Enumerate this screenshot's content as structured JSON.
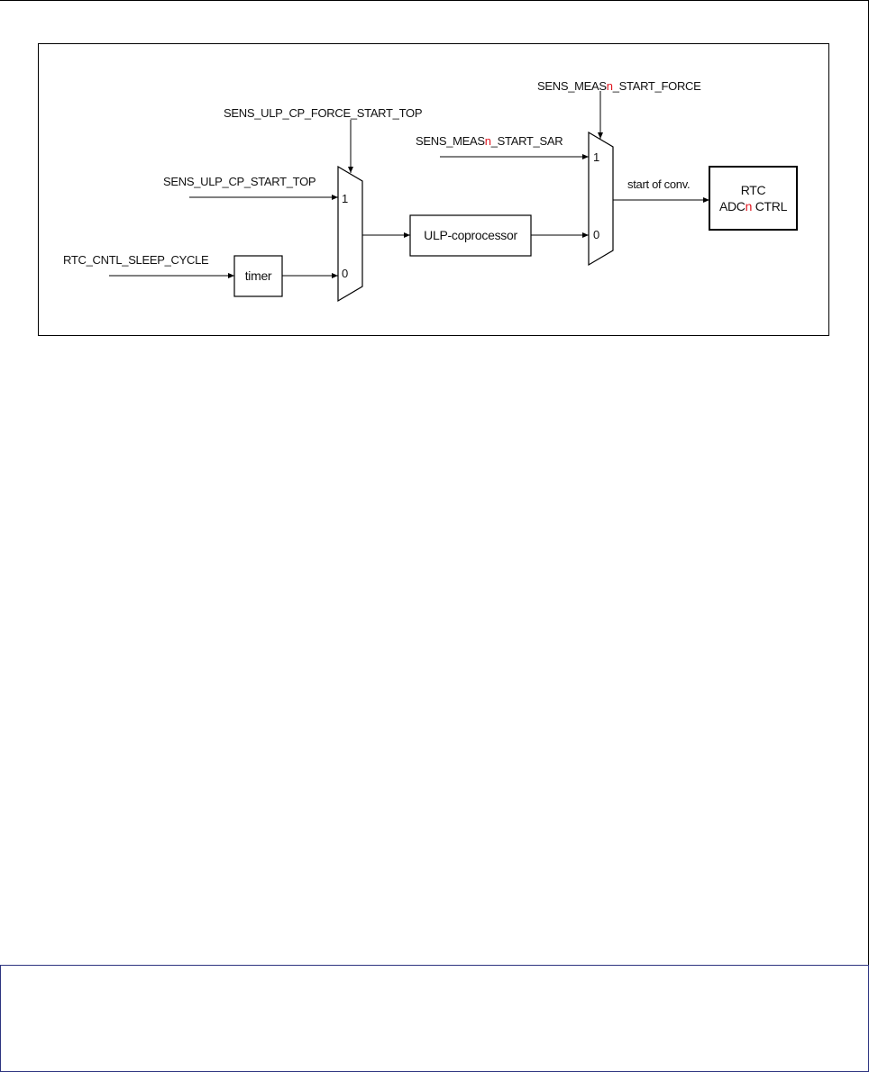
{
  "colors": {
    "line": "#000000",
    "highlight": "#e0141e",
    "bottom_border": "#2d3480"
  },
  "signals": {
    "force_start_top": "SENS_ULP_CP_FORCE_START_TOP",
    "start_top": "SENS_ULP_CP_START_TOP",
    "sleep_cycle": "RTC_CNTL_SLEEP_CYCLE",
    "start_force": {
      "pre": "SENS_MEAS",
      "var": "n",
      "post": "_START_FORCE"
    },
    "start_sar": {
      "pre": "SENS_MEAS",
      "var": "n",
      "post": "_START_SAR"
    },
    "start_of_conv": "start of conv."
  },
  "blocks": {
    "timer": "timer",
    "ulp": "ULP-coprocessor",
    "rtc_line1": "RTC",
    "rtc_line2": {
      "pre": "ADC",
      "var": "n",
      "post": " CTRL"
    }
  },
  "mux_pins": {
    "one": "1",
    "zero": "0"
  }
}
